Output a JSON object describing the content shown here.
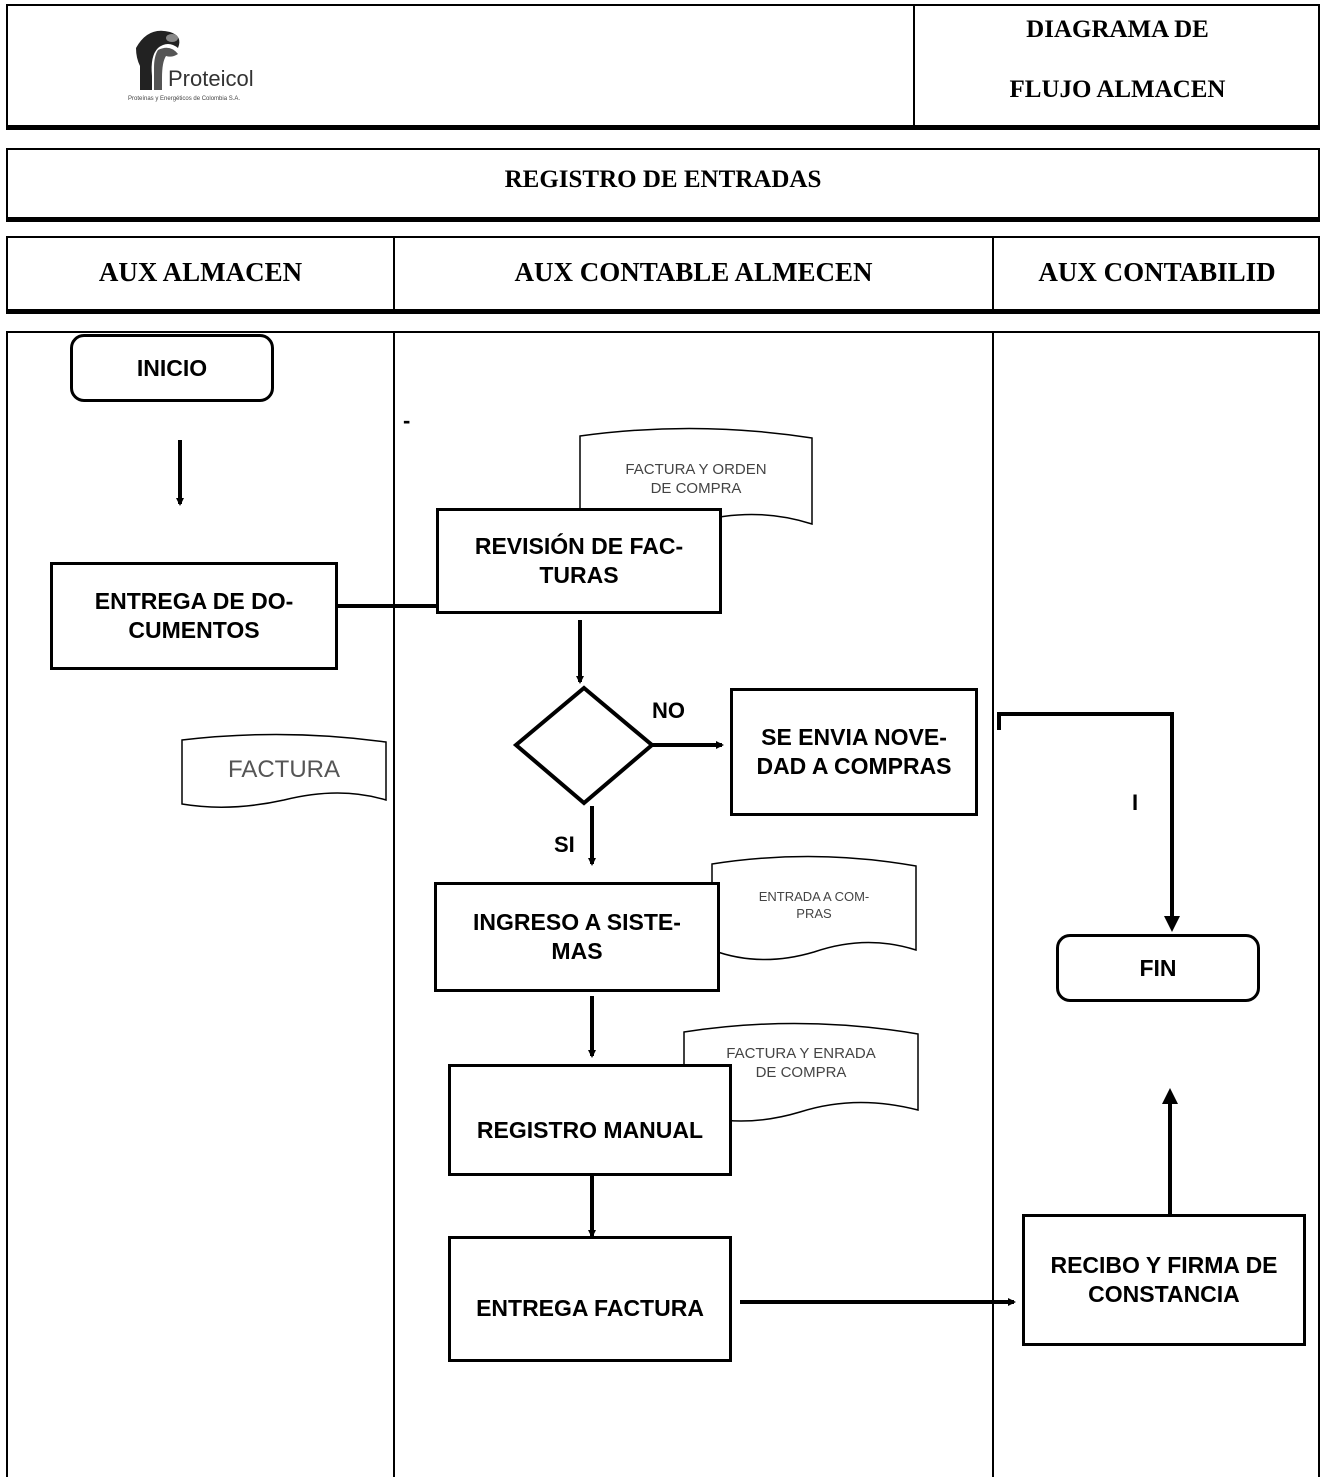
{
  "header": {
    "company_name": "Proteicol",
    "company_tagline": "Proteínas y Energéticos de Colombia S.A.",
    "doc_title_line1": "DIAGRAMA DE",
    "doc_title_line2": "FLUJO ALMACEN"
  },
  "section_title": "REGISTRO DE ENTRADAS",
  "lanes": [
    {
      "label": "AUX ALMACEN"
    },
    {
      "label": "AUX CONTABLE ALMECEN"
    },
    {
      "label": "AUX CONTABILID"
    }
  ],
  "nodes": {
    "start": "INICIO",
    "deliver_docs": "ENTREGA DE DO-\nCUMENTOS",
    "review_invoices": "REVISIÓN DE FAC-\nTURAS",
    "send_news": "SE ENVIA NOVE-\nDAD A COMPRAS",
    "system_entry": "INGRESO A SISTE-\nMAS",
    "manual_record": "REGISTRO MANUAL",
    "deliver_invoice": "ENTREGA FACTURA",
    "receipt_sign": "RECIBO Y FIRMA DE\nCONSTANCIA",
    "end": "FIN"
  },
  "documents": {
    "invoice": "FACTURA",
    "invoice_order": "FACTURA Y ORDEN\nDE COMPRA",
    "entry_purchases": "ENTRADA A COM-\nPRAS",
    "invoice_entry": "FACTURA Y ENRADA\nDE COMPRA"
  },
  "edge_labels": {
    "no": "NO",
    "si": "SI",
    "i": "I",
    "dash": "-"
  }
}
